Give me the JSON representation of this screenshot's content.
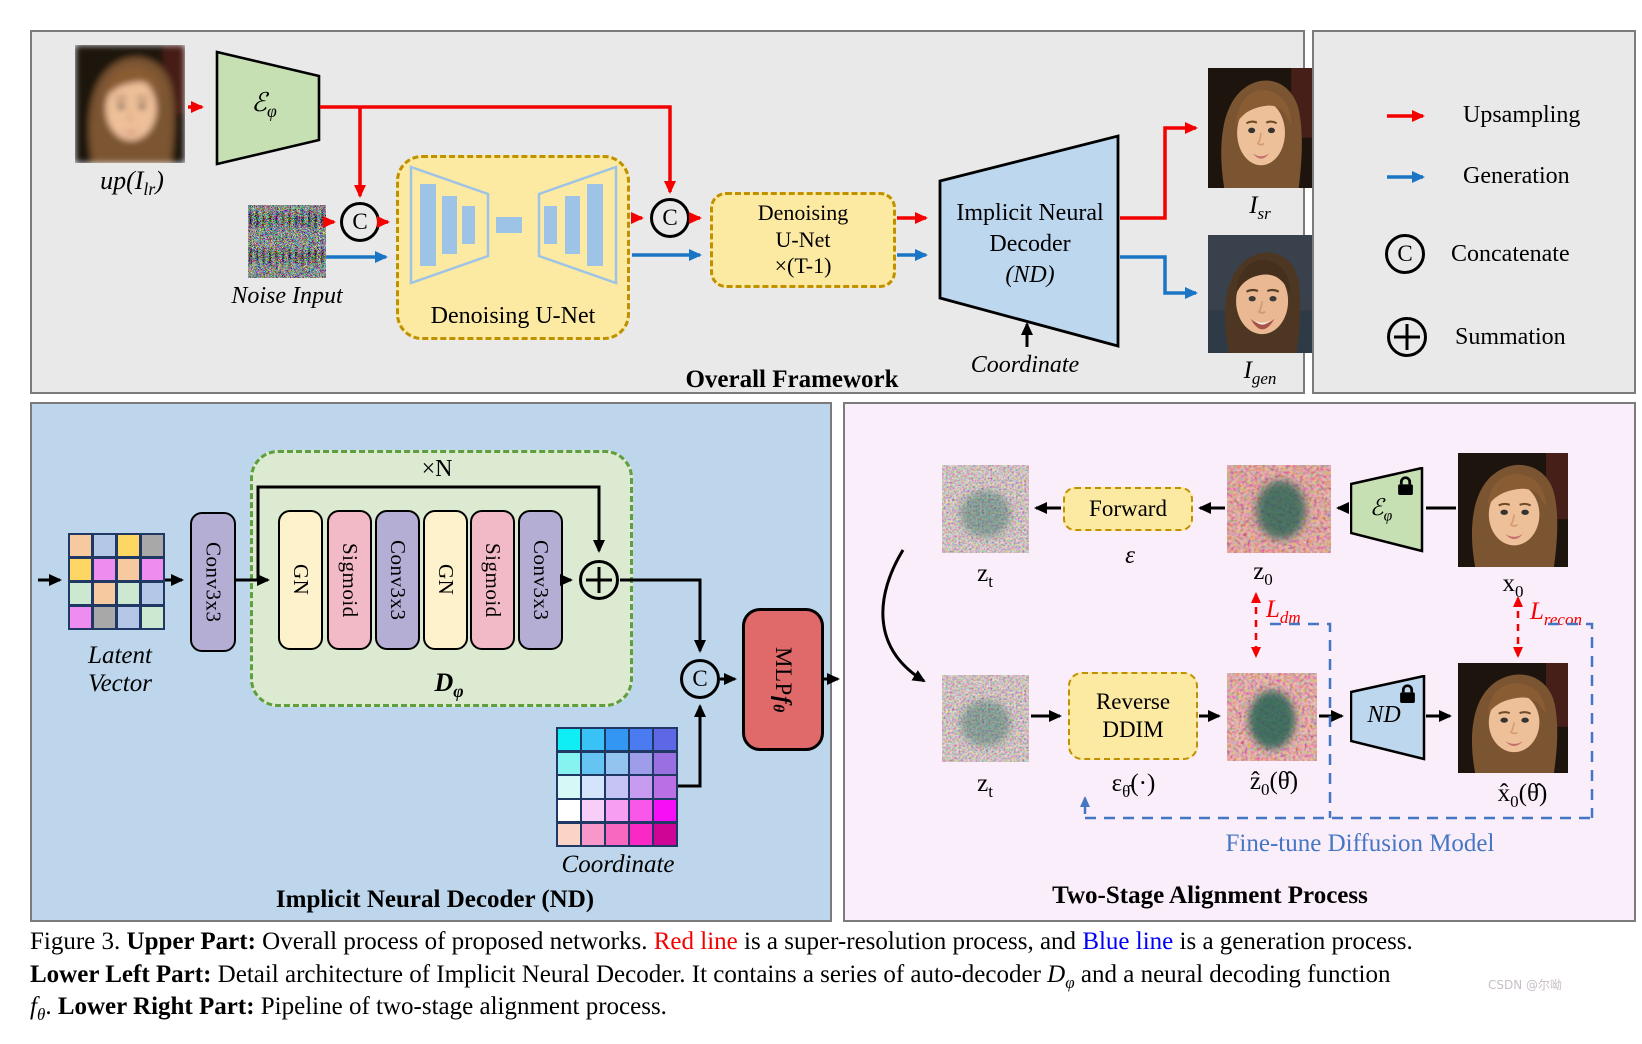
{
  "top_panel": {
    "title": "Overall Framework",
    "input_label": "up(I_{lr})",
    "encoder_label": "ℰ_{φ}",
    "noise_label": "Noise Input",
    "concat_symbol": "C",
    "unet_label": "Denoising U-Net",
    "unet_t_box": {
      "line1": "Denoising",
      "line2": "U-Net",
      "line3": "×(T-1)"
    },
    "decoder": {
      "line1": "Implicit Neural",
      "line2": "Decoder",
      "line3": "(ND)"
    },
    "coordinate_label": "Coordinate",
    "sr_label": "I_{sr}",
    "gen_label": "I_{gen}"
  },
  "legend": {
    "items": [
      {
        "icon": "red-arrow",
        "label": "Upsampling"
      },
      {
        "icon": "blue-arrow",
        "label": "Generation"
      },
      {
        "icon": "concat-circle",
        "symbol": "C",
        "label": "Concatenate"
      },
      {
        "icon": "sum-circle",
        "symbol": "⊕",
        "label": "Summation"
      }
    ]
  },
  "decoder_panel": {
    "title": "Implicit Neural Decoder (ND)",
    "latent_label_1": "Latent",
    "latent_label_2": "Vector",
    "latent_colors": [
      "#f6c9a0",
      "#b5c7e7",
      "#fdd663",
      "#a8a8a8",
      "#fdd663",
      "#ef8cef",
      "#f6c9a0",
      "#ef8cef",
      "#cde8d0",
      "#f6c9a0",
      "#cde8d0",
      "#b5c7e7",
      "#ef8cef",
      "#a8a8a8",
      "#b5c7e7",
      "#cde8d0"
    ],
    "conv_in_label": "Conv3x3",
    "repeat_label": "×N",
    "blocks": [
      "GN",
      "Sigmoid",
      "Conv3x3",
      "GN",
      "Sigmoid",
      "Conv3x3"
    ],
    "block_group_label": "D_{φ}",
    "sum_symbol": "⊕",
    "concat_symbol": "C",
    "mlp_label": "MLP",
    "mlp_sub_label": "f_{θ}",
    "coordinate_label": "Coordinate",
    "coordinate_colors": [
      "#0eeef4",
      "#38c2f5",
      "#3496f3",
      "#4b7bf0",
      "#5e68e6",
      "#86f3f1",
      "#66c4f2",
      "#93c4ef",
      "#9e9de9",
      "#9a6fe0",
      "#d6f9f6",
      "#d4e4fb",
      "#c6c4f4",
      "#c79bf0",
      "#bb6fe5",
      "#ffffff",
      "#f7cef7",
      "#f79ef3",
      "#f857ea",
      "#f70ef7",
      "#fcd4c5",
      "#f898ca",
      "#f868c1",
      "#fa28c5",
      "#cf0695"
    ]
  },
  "alignment_panel": {
    "title": "Two-Stage Alignment Process",
    "forward_label": "Forward",
    "reverse_label_1": "Reverse",
    "reverse_label_2": "DDIM",
    "eps_label": "ε",
    "eps_hat_label": "ε_{θ̂}(·)",
    "zt_top_label": "z_{t}",
    "zt_bottom_label": "z_{t}",
    "z0_label": "z_{0}",
    "x0_label": "x_{0}",
    "z0_hat_label": "ẑ_{0}(θ̂)",
    "x0_hat_label": "x̂_{0}(θ̂)",
    "encoder_label": "ℰ_{φ}",
    "nd_label": "ND",
    "ldm_label": "L_{dm}",
    "lrecon_label": "L_{recon}",
    "finetune_label": "Fine-tune Diffusion Model"
  },
  "caption": {
    "lines": [
      [
        {
          "t": "Figure 3. ",
          "s": "plain"
        },
        {
          "t": "Upper Part:",
          "s": "bold"
        },
        {
          "t": " Overall process of proposed networks. ",
          "s": "plain"
        },
        {
          "t": "Red line",
          "s": "red"
        },
        {
          "t": " is a super-resolution process, and ",
          "s": "plain"
        },
        {
          "t": "Blue line",
          "s": "blue"
        },
        {
          "t": " is a generation process.",
          "s": "plain"
        }
      ],
      [
        {
          "t": "Lower Left Part:",
          "s": "bold"
        },
        {
          "t": " Detail architecture of Implicit Neural Decoder. It contains a series of auto-decoder ",
          "s": "plain"
        },
        {
          "t": "D_{φ}",
          "s": "italic"
        },
        {
          "t": " and a neural decoding function",
          "s": "plain"
        }
      ],
      [
        {
          "t": "f_{θ}",
          "s": "italic"
        },
        {
          "t": ". ",
          "s": "plain"
        },
        {
          "t": "Lower Right Part:",
          "s": "bold"
        },
        {
          "t": " Pipeline of two-stage alignment process.",
          "s": "plain"
        }
      ]
    ]
  },
  "watermark": "CSDN @尔呦",
  "colors": {
    "upsampling_red": "#f40000",
    "generation_blue": "#1b75c5",
    "finetune_blue": "#4576c4",
    "yellow_box": "#fce9a2",
    "yellow_border": "#bf9000",
    "green_trapezoid": "#c6e0b4",
    "blue_trapezoid": "#bdd7ee",
    "green_dashed_box": "#dcead2",
    "panel_blue": "#bdd6ec",
    "panel_pink": "#faeefa",
    "panel_gray": "#e9e9e9"
  }
}
